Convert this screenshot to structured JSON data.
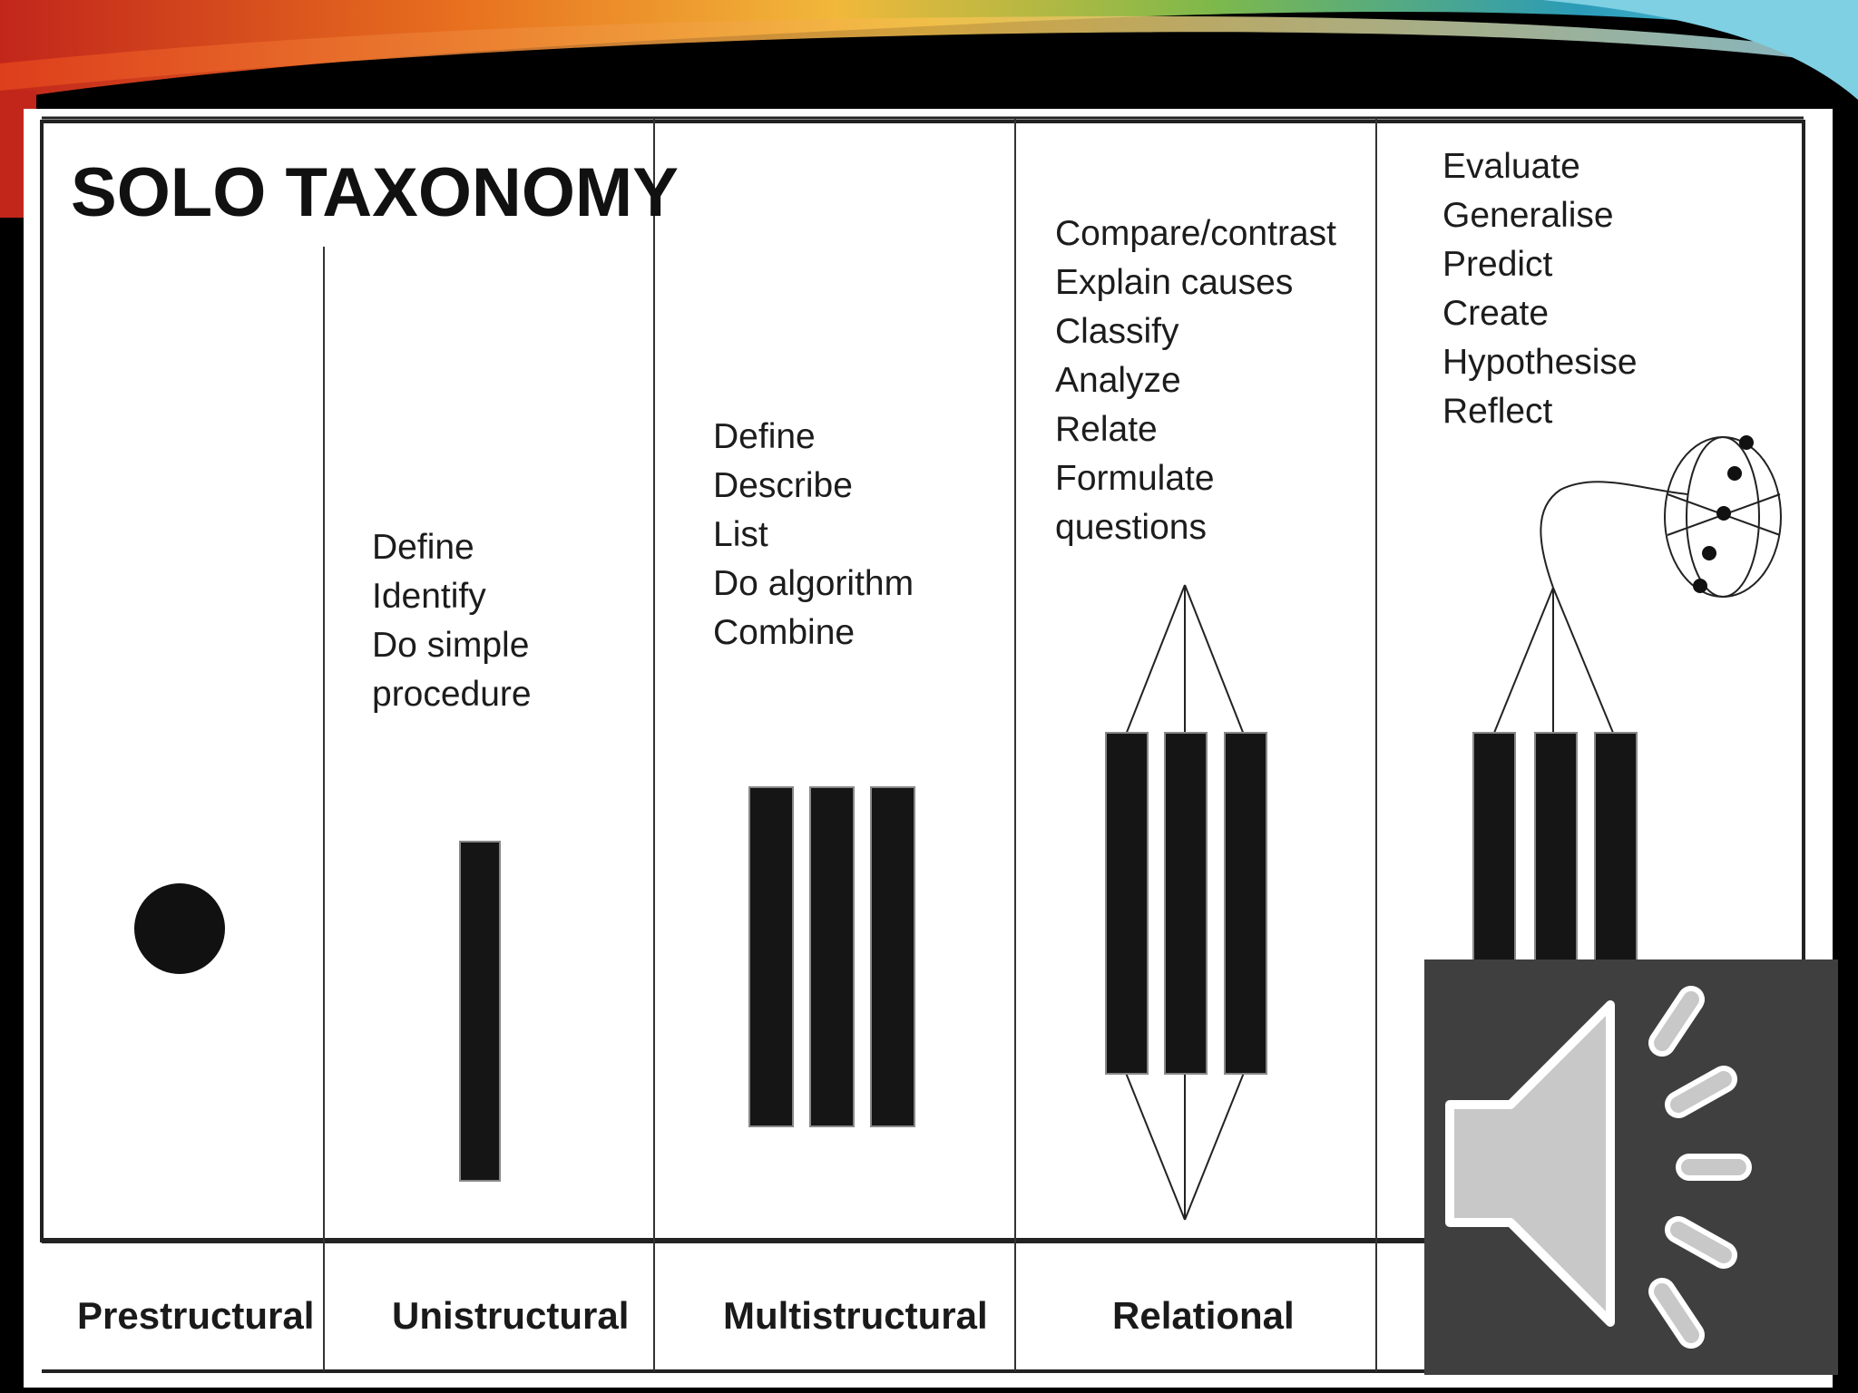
{
  "title": "SOLO TAXONOMY",
  "levels": [
    {
      "label": "Prestructural",
      "verbs": []
    },
    {
      "label": "Unistructural",
      "verbs": [
        "Define",
        "Identify",
        "Do simple",
        "procedure"
      ]
    },
    {
      "label": "Multistructural",
      "verbs": [
        "Define",
        "Describe",
        "List",
        "Do algorithm",
        "Combine"
      ]
    },
    {
      "label": "Relational",
      "verbs": [
        "Compare/contrast",
        "Explain causes",
        "Classify",
        "Analyze",
        "Relate",
        "Formulate",
        "questions"
      ]
    },
    {
      "label": "",
      "verbs": [
        "Evaluate",
        "Generalise",
        "Predict",
        "Create",
        "Hypothesise",
        "Reflect"
      ]
    }
  ],
  "audio_control": {
    "icon": "speaker-icon"
  },
  "colors": {
    "background": "#000000",
    "panel": "#ffffff",
    "ink": "#1a1a1a",
    "audio_bg": "#3f3f3f",
    "audio_icon": "#c8c8c8"
  }
}
